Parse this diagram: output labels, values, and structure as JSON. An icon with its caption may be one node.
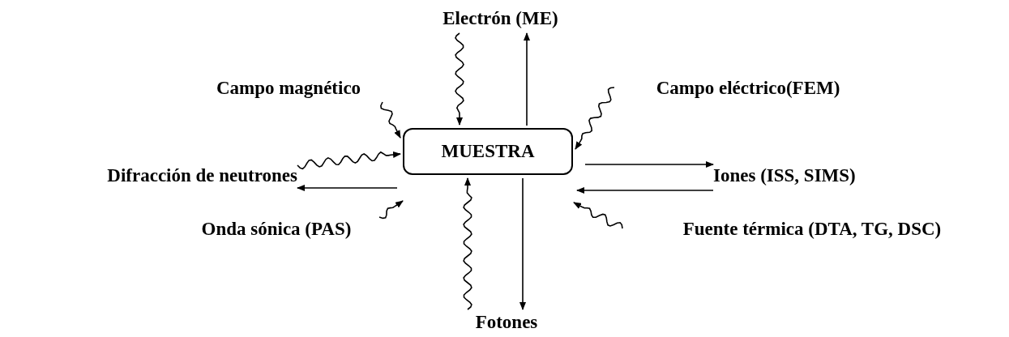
{
  "diagram": {
    "nodes": [
      {
        "text": [
          "Electrón (ME)"
        ]
      },
      {
        "text": [
          "Campo magnético"
        ]
      },
      {
        "text": [
          "Campo eléctrico(FEM)"
        ]
      },
      {
        "text": [
          "Difracción de neutrones"
        ]
      },
      {
        "text": [
          "MUESTRA"
        ]
      },
      {
        "text": [
          "Iones (ISS, SIMS)"
        ]
      },
      {
        "text": [
          "Onda sónica (PAS)"
        ]
      },
      {
        "text": [
          "Fuente térmica (DTA, TG, DSC)"
        ]
      },
      {
        "text": [
          "Fotones"
        ]
      }
    ],
    "edges": [
      {
        "from": 0,
        "to": 4,
        "arrow": "to"
      },
      {
        "from": 4,
        "to": 0,
        "arrow": "to"
      },
      {
        "from": 1,
        "to": 4,
        "arrow": "to"
      },
      {
        "from": 2,
        "to": 4,
        "arrow": "to"
      },
      {
        "from": 3,
        "to": 4,
        "arrow": "to"
      },
      {
        "from": 4,
        "to": 3,
        "arrow": "to"
      },
      {
        "from": 4,
        "to": 5,
        "arrow": "to"
      },
      {
        "from": 5,
        "to": 4,
        "arrow": "to"
      },
      {
        "from": 6,
        "to": 4,
        "arrow": "to"
      },
      {
        "from": 7,
        "to": 4,
        "arrow": "to"
      },
      {
        "from": 8,
        "to": 4,
        "arrow": "to"
      },
      {
        "from": 4,
        "to": 8,
        "arrow": "to"
      }
    ]
  }
}
